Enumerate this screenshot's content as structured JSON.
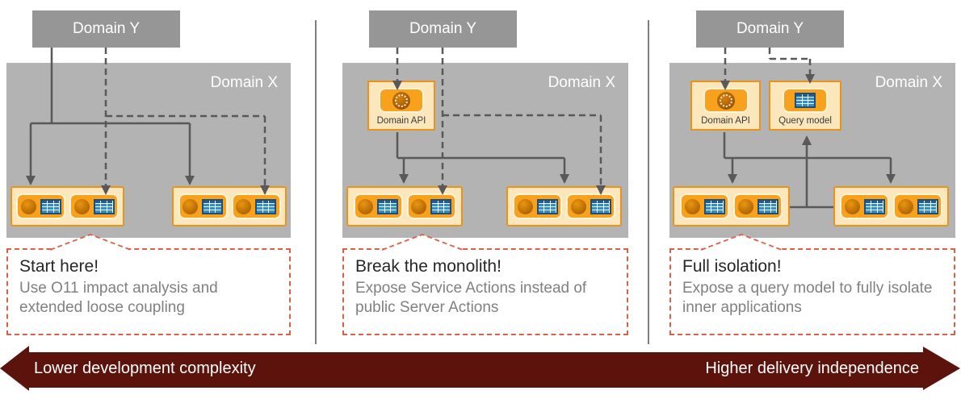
{
  "panels": [
    {
      "id": "start-here",
      "domain_y_label": "Domain Y",
      "domain_x_label": "Domain X",
      "caption": {
        "title": "Start here!",
        "body": "Use O11 impact analysis and extended loose coupling"
      }
    },
    {
      "id": "break-the-monolith",
      "domain_y_label": "Domain Y",
      "domain_x_label": "Domain X",
      "api_box_label": "Domain API",
      "caption": {
        "title": "Break the monolith!",
        "body": "Expose Service Actions instead of  public Server Actions"
      }
    },
    {
      "id": "full-isolation",
      "domain_y_label": "Domain Y",
      "domain_x_label": "Domain X",
      "api_box_label": "Domain API",
      "query_box_label": "Query model",
      "caption": {
        "title": "Full isolation!",
        "body": "Expose a query model to fully isolate inner applications"
      }
    }
  ],
  "bottom_banner": {
    "left_arrow_label": "Lower development complexity",
    "right_arrow_label": "Higher delivery independence"
  },
  "colors": {
    "domain_y_box": "#969696",
    "domain_x_box": "#B3B3B3",
    "app_container_fill": "#FCE7BC",
    "orange_border": "#E8941A",
    "module_tile_orange": "#F7A11C",
    "table_icon_blue": "#2D8FCE",
    "arrow_gray": "#595959",
    "caption_border_red": "#DD5F46",
    "caption_title_text": "#262626",
    "caption_body_text": "#808080",
    "banner_maroon": "#5B130B"
  }
}
